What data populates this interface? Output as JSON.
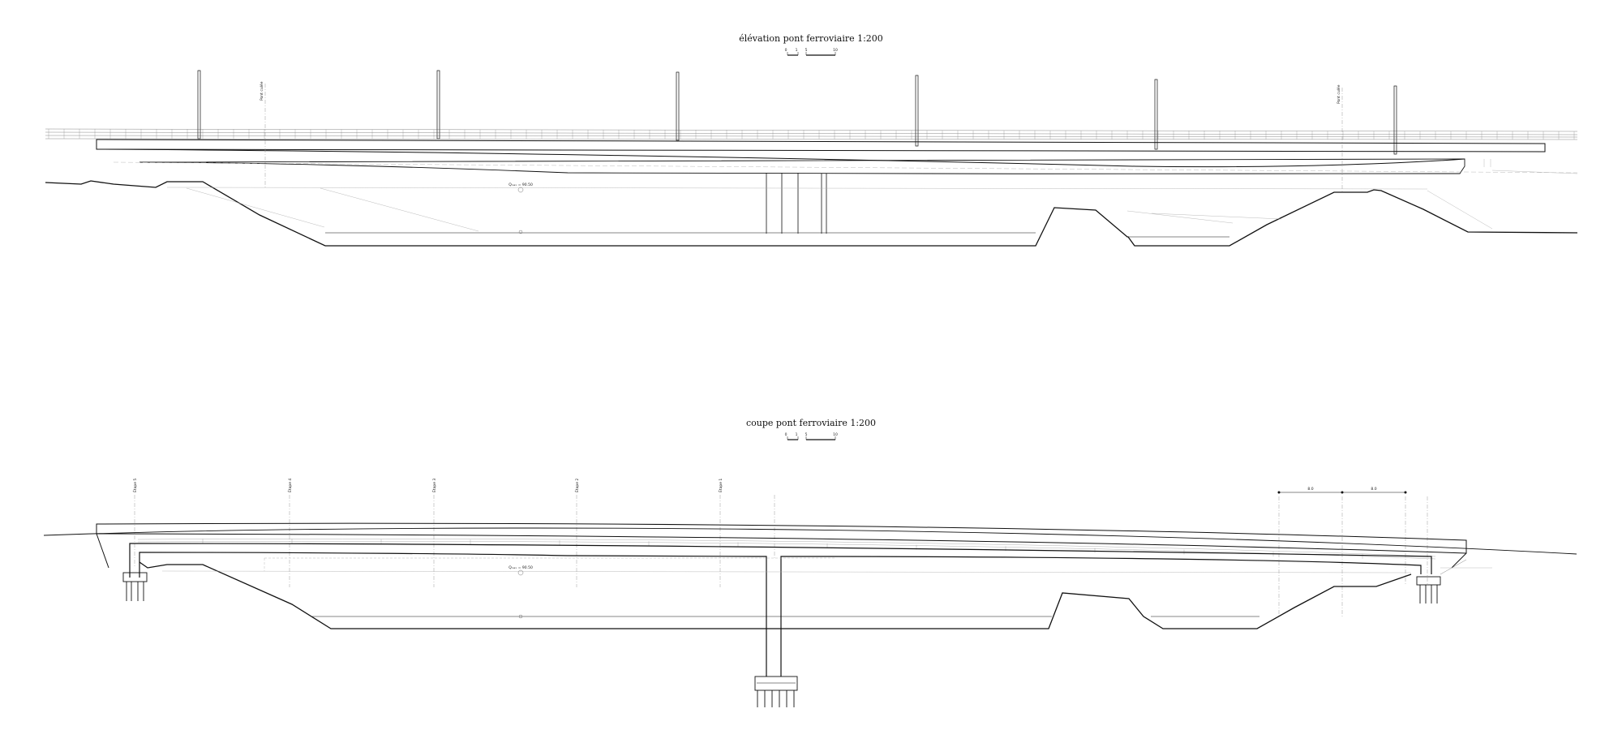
{
  "elevation": {
    "title": "élévation pont ferroviaire 1:200",
    "scale_labels": [
      "0",
      "1",
      "5",
      "10"
    ],
    "axis_labels": [
      "Pont culée",
      "Pont culée"
    ],
    "marker": "Qₘₐₓ = 90.50",
    "marker2": "○"
  },
  "section": {
    "title": "coupe pont ferroviaire 1:200",
    "scale_labels": [
      "0",
      "1",
      "5",
      "10"
    ],
    "axis_labels": [
      "Étape 5",
      "Étape 4",
      "Étape 3",
      "Étape 2",
      "Étape 1"
    ],
    "marker": "Qₘₐₓ = 90.50",
    "dims": [
      "8.0",
      "8.0"
    ]
  }
}
